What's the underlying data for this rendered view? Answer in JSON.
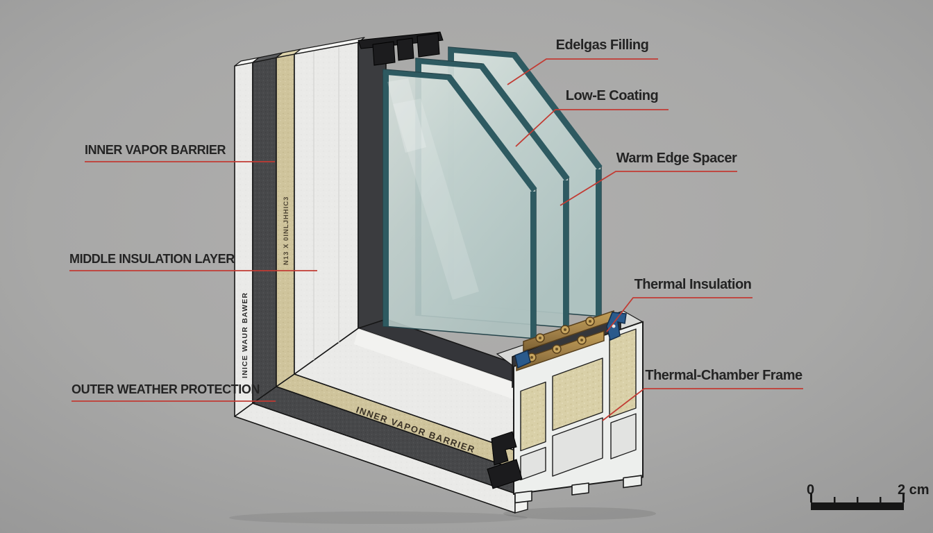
{
  "diagram": {
    "subject": "window-corner-cutaway-cross-section",
    "labels": {
      "edelgas": "Edelgas Filling",
      "low_e": "Low-E Coating",
      "warm_edge": "Warm Edge Spacer",
      "inner_vapor": "INNER VAPOR BARRIER",
      "middle_insulation": "MIDDLE INSULATION LAYER",
      "outer_weather": "OUTER WEATHER PROTECTION",
      "thermal_insulation": "Thermal Insulation",
      "thermal_chamber": "Thermal-Chamber Frame"
    },
    "inscriptions": {
      "white_strip_vertical": "INICE WAUR BAWER",
      "beige_strip_vertical": "N13 X 0INLJHHIC3",
      "beige_band_horizontal": "INNER VAPOR BARRIER"
    },
    "scale_bar": {
      "start_label": "0",
      "end_label": "2 cm"
    },
    "colors": {
      "background": "#a8a8a8",
      "leader": "#c23b33",
      "label_text": "#242424",
      "outline": "#161616",
      "frame_white": "#eaeae8",
      "frame_charcoal": "#47484a",
      "frame_beige": "#cfc49c",
      "sash_dark": "#3b3c3f",
      "glass": "#c8d6d2",
      "glass_edge_teal": "#2e5a61",
      "brass_spacer": "#a3824a",
      "thermal_blue": "#2a5a8c",
      "foam": "#d9d0a8"
    }
  }
}
